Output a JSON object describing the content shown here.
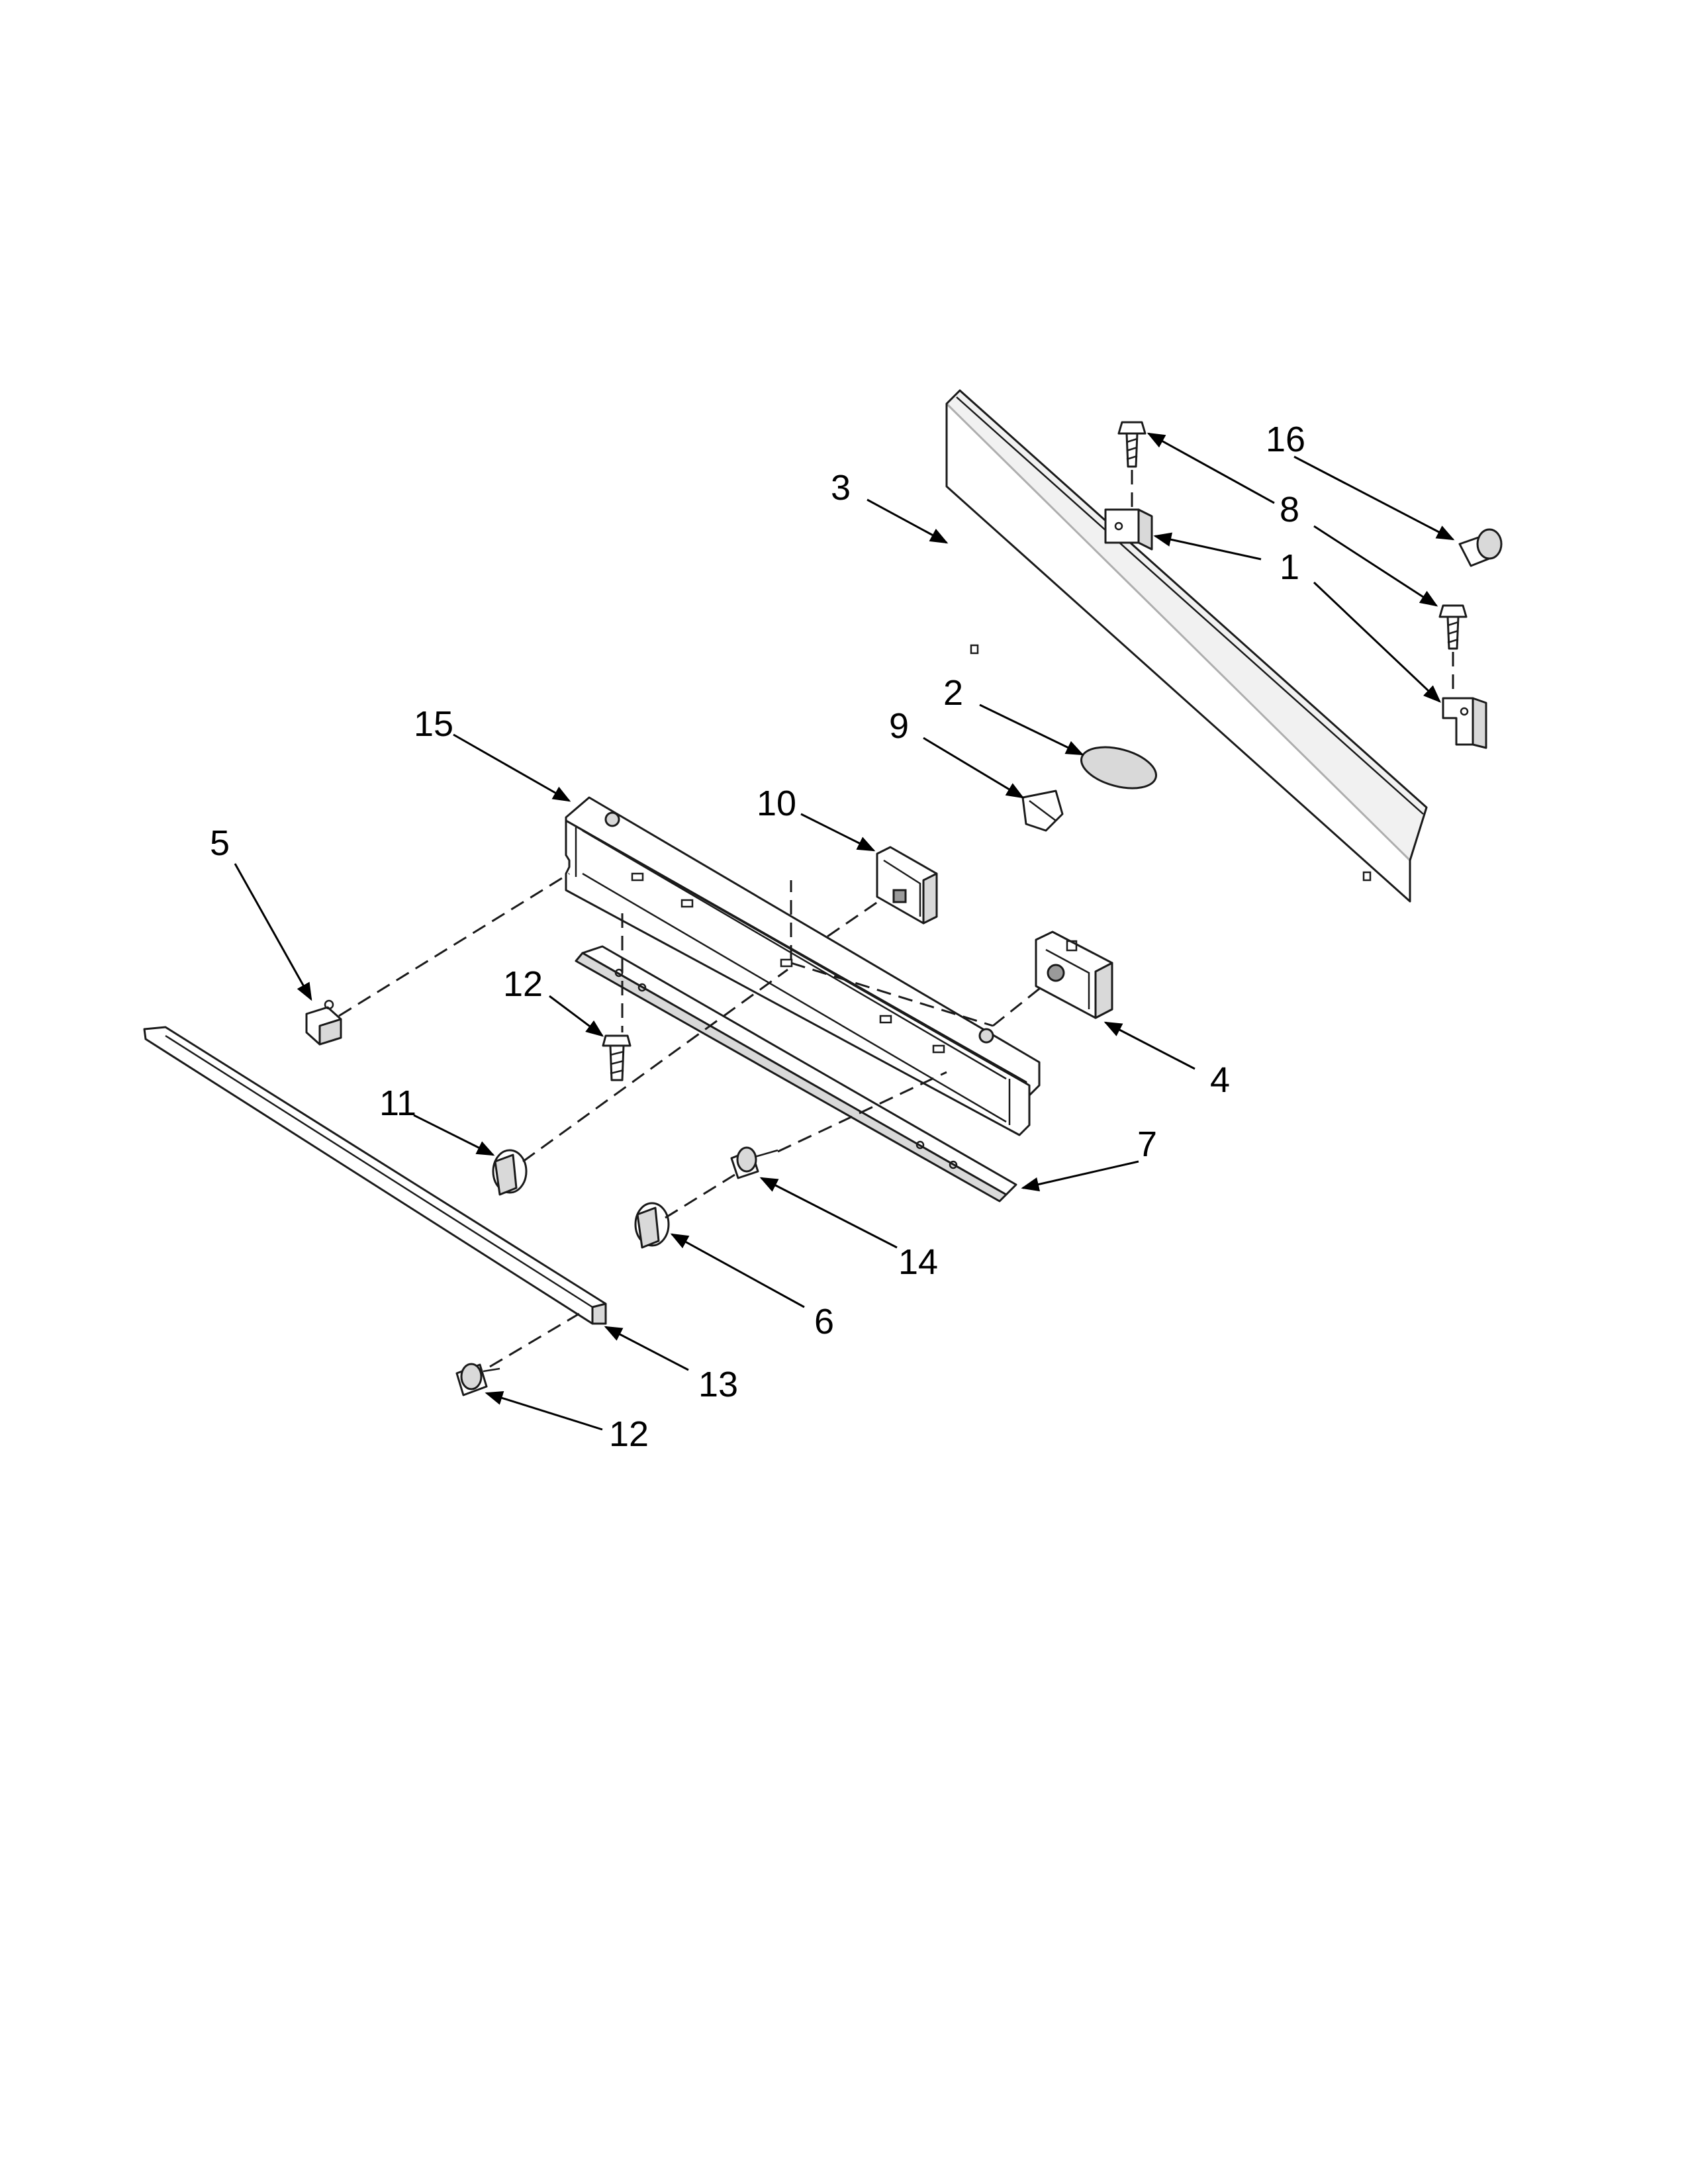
{
  "callouts": [
    {
      "id": "c16",
      "label": "16"
    },
    {
      "id": "c8",
      "label": "8"
    },
    {
      "id": "c3",
      "label": "3"
    },
    {
      "id": "c1",
      "label": "1"
    },
    {
      "id": "c2",
      "label": "2"
    },
    {
      "id": "c9",
      "label": "9"
    },
    {
      "id": "c15",
      "label": "15"
    },
    {
      "id": "c10",
      "label": "10"
    },
    {
      "id": "c5",
      "label": "5"
    },
    {
      "id": "c12a",
      "label": "12"
    },
    {
      "id": "c11",
      "label": "11"
    },
    {
      "id": "c4",
      "label": "4"
    },
    {
      "id": "c7",
      "label": "7"
    },
    {
      "id": "c14",
      "label": "14"
    },
    {
      "id": "c6",
      "label": "6"
    },
    {
      "id": "c13",
      "label": "13"
    },
    {
      "id": "c12b",
      "label": "12"
    }
  ]
}
